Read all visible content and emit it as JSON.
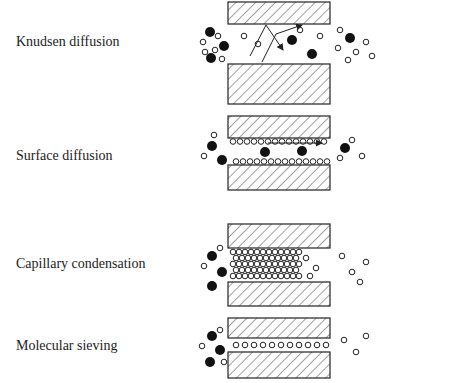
{
  "diagram": {
    "labels": [
      "Knudsen diffusion",
      "Surface diffusion",
      "Capillary condensation",
      "Molecular sieving"
    ]
  }
}
